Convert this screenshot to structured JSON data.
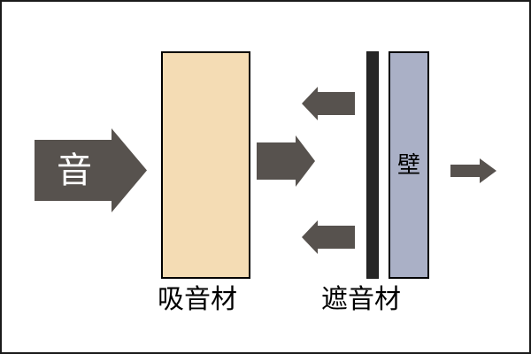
{
  "diagram": {
    "title_visible": false,
    "background_color": "#FFFFFF",
    "border_color": "#1A1A1A",
    "arrow_color": "#57524E",
    "elements": {
      "sound_arrow": {
        "label": "音",
        "label_color": "#FFFFFF",
        "direction": "right",
        "name": "incoming-sound"
      },
      "absorber": {
        "caption": "吸音材",
        "fill_color": "#F4DCB4",
        "stroke_color": "#000000"
      },
      "barrier": {
        "caption": "遮音材",
        "fill_color": "#262626",
        "stroke_color": "#1B1B1B"
      },
      "wall": {
        "label": "壁",
        "label_color": "#000000",
        "fill_color": "#AAB0C6",
        "stroke_color": "#000000"
      },
      "transmitted_arrow": {
        "direction": "right",
        "label": ""
      },
      "reflected_arrow_upper": {
        "direction": "left",
        "label": ""
      },
      "reflected_arrow_lower": {
        "direction": "left",
        "label": ""
      },
      "leaked_arrow": {
        "direction": "right",
        "label": ""
      }
    }
  }
}
